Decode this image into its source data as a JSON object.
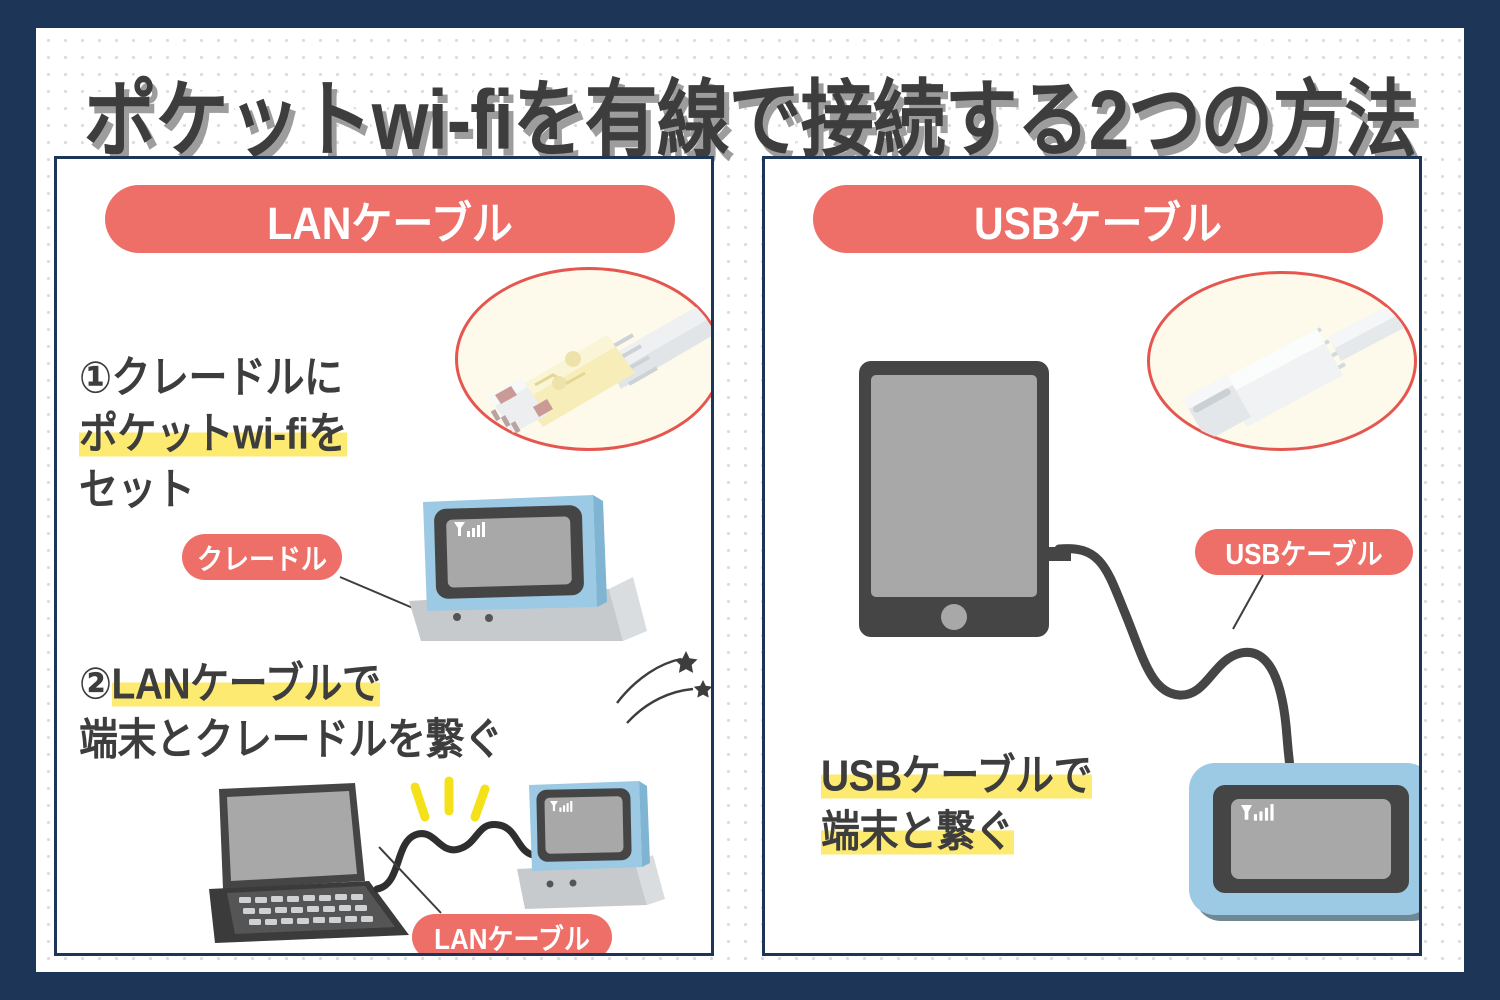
{
  "title": "ポケットwi-fiを有線で接続する2つの方法",
  "colors": {
    "frame_navy": "#1d3557",
    "accent_pink": "#ee6f68",
    "highlight_yellow": "#fdea70",
    "bubble_cream": "#fdfaeb",
    "bubble_outline_red": "#e4564e",
    "device_blue": "#9cc9e3",
    "device_dark": "#454545",
    "screen_gray": "#a8a8a8",
    "text_dark": "#3d3d3d"
  },
  "left_panel": {
    "header": "LANケーブル",
    "connector_illustration": "lan-rj45-connector",
    "step1": {
      "number": "①",
      "lines": [
        {
          "text": "クレードルに",
          "highlight": false
        },
        {
          "text": "ポケットwi-fiを",
          "highlight": true
        },
        {
          "text": "セット",
          "highlight": false
        }
      ]
    },
    "step2": {
      "number": "②",
      "lines": [
        {
          "text": "LANケーブルで",
          "highlight": true
        },
        {
          "text": "端末とクレードルを繋ぐ",
          "highlight": false
        }
      ]
    },
    "badges": [
      {
        "label": "クレードル"
      },
      {
        "label": "LANケーブル"
      }
    ],
    "illustrations": [
      "pocket-wifi-in-cradle",
      "laptop",
      "lan-cable",
      "sparkle-stars",
      "yellow-burst-lines"
    ]
  },
  "right_panel": {
    "header": "USBケーブル",
    "connector_illustration": "usb-c-connector",
    "caption": {
      "lines": [
        {
          "text": "USBケーブルで",
          "highlight": true
        },
        {
          "text": "端末と繋ぐ",
          "highlight": true
        }
      ]
    },
    "badges": [
      {
        "label": "USBケーブル"
      }
    ],
    "illustrations": [
      "tablet",
      "usb-cable",
      "pocket-wifi-flat"
    ]
  }
}
